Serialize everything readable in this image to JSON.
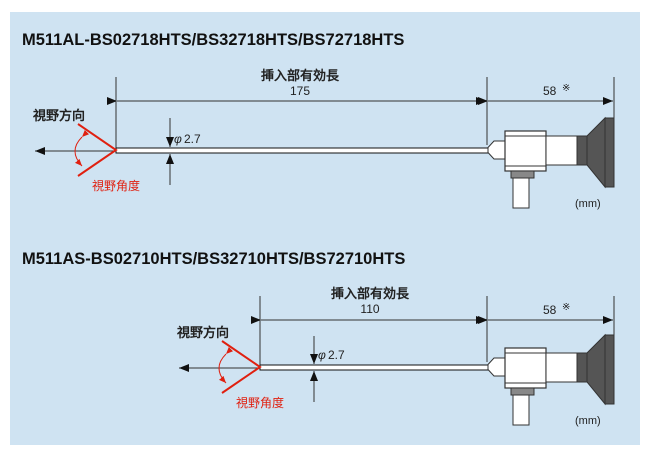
{
  "diagrams": [
    {
      "title": "M511AL-BS02718HTS/BS32718HTS/BS72718HTS",
      "insertion_label": "挿入部有効長",
      "insertion_length": "175",
      "head_length": "58",
      "note_mark": "※",
      "diameter_symbol": "φ",
      "diameter": "2.7",
      "view_direction": "視野方向",
      "view_angle": "視野角度",
      "unit": "(mm)"
    },
    {
      "title": "M511AS-BS02710HTS/BS32710HTS/BS72710HTS",
      "insertion_label": "挿入部有効長",
      "insertion_length": "110",
      "head_length": "58",
      "note_mark": "※",
      "diameter_symbol": "φ",
      "diameter": "2.7",
      "view_direction": "視野方向",
      "view_angle": "視野角度",
      "unit": "(mm)"
    }
  ],
  "colors": {
    "background": "#cfe3f2",
    "accent": "#e02010",
    "dark_part": "#555555"
  }
}
